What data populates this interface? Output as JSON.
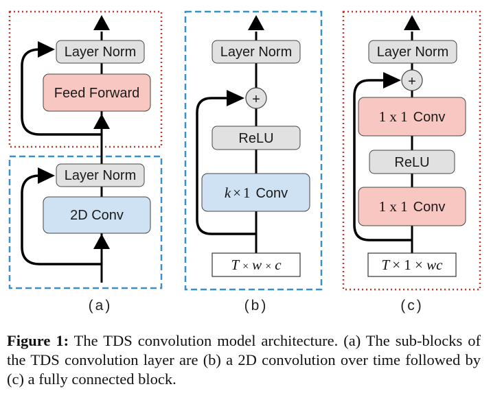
{
  "colors": {
    "gray_box": "#e1e1e1",
    "pink_box": "#f8c7c2",
    "blue_box": "#cfe2f3",
    "red_dotted": "#c0392b",
    "blue_dashed": "#3a8fc7"
  },
  "panel_a": {
    "top_norm": "Layer Norm",
    "feed_forward": "Feed Forward",
    "bottom_norm": "Layer Norm",
    "conv2d": "2D Conv",
    "label": "(a)"
  },
  "panel_b": {
    "plus": "+",
    "layer_norm": "Layer Norm",
    "relu": "ReLU",
    "conv_k": "k",
    "conv_times": "×",
    "conv_one": "1",
    "conv_word": "Conv",
    "input_T": "T",
    "input_x1": "×",
    "input_w": "w",
    "input_x2": "×",
    "input_c": "c",
    "label": "(b)"
  },
  "panel_c": {
    "plus": "+",
    "layer_norm": "Layer Norm",
    "conv1_dims": "1 x 1",
    "conv1_word": "Conv",
    "relu": "ReLU",
    "conv2_dims": "1 x 1",
    "conv2_word": "Conv",
    "input_T": "T",
    "input_rest": "× 1 × ",
    "input_wc": "wc",
    "label": "(c)"
  },
  "caption": {
    "lead": "Figure 1:",
    "text": " The TDS convolution model architecture. (a) The sub-blocks of the TDS convolution layer are (b) a 2D convolution over time followed by (c) a fully connected block."
  }
}
